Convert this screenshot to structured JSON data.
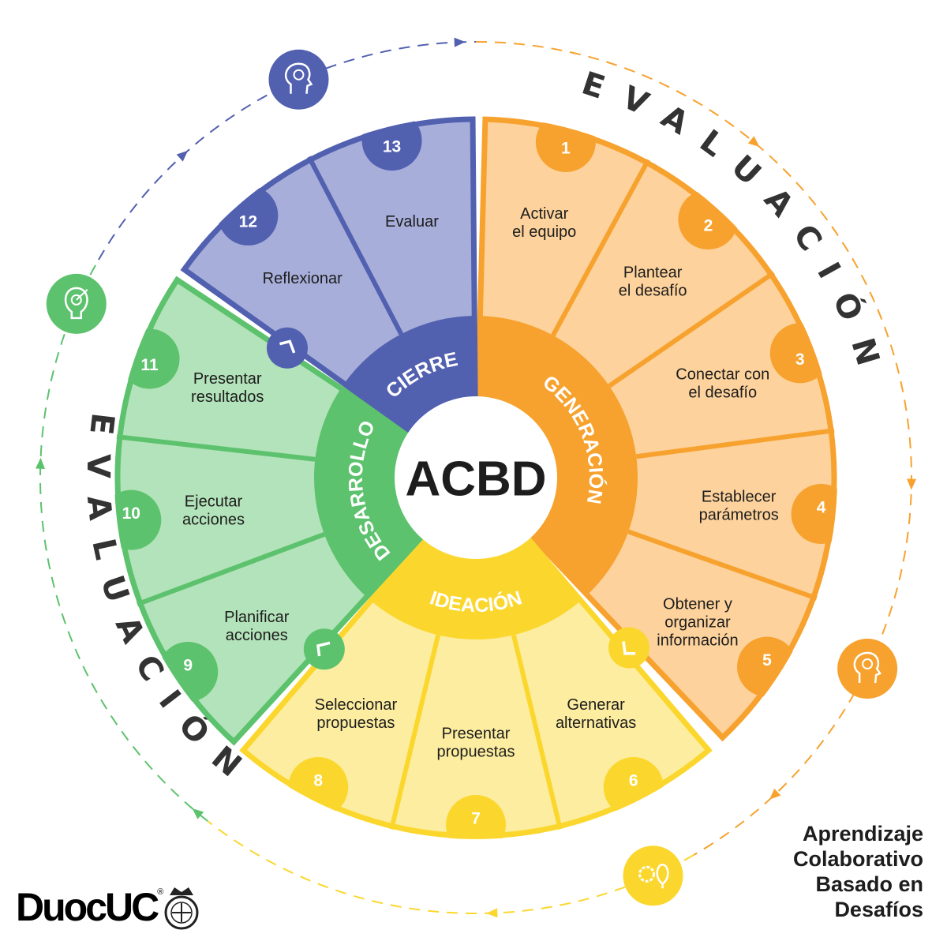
{
  "center_title": "ACBD",
  "evaluation_label": "EVALUACIÓN",
  "groups": [
    {
      "phase": "GENERACIÓN",
      "color": "#F7A22E",
      "light": "#FDD29C",
      "steps": [
        {
          "n": "1",
          "label": [
            "Activar",
            "el equipo"
          ]
        },
        {
          "n": "2",
          "label": [
            "Plantear",
            "el desafío"
          ]
        },
        {
          "n": "3",
          "label": [
            "Conectar con",
            "el desafío"
          ]
        },
        {
          "n": "4",
          "label": [
            "Establecer",
            "parámetros"
          ]
        },
        {
          "n": "5",
          "label": [
            "Obtener y",
            "organizar",
            "información"
          ]
        }
      ]
    },
    {
      "phase": "IDEACIÓN",
      "color": "#FBD72E",
      "light": "#FDEDA0",
      "steps": [
        {
          "n": "6",
          "label": [
            "Generar",
            "alternativas"
          ]
        },
        {
          "n": "7",
          "label": [
            "Presentar",
            "propuestas"
          ]
        },
        {
          "n": "8",
          "label": [
            "Seleccionar",
            "propuestas"
          ]
        }
      ]
    },
    {
      "phase": "DESARROLLO",
      "color": "#5DC26D",
      "light": "#B3E3BA",
      "steps": [
        {
          "n": "9",
          "label": [
            "Planificar",
            "acciones"
          ]
        },
        {
          "n": "10",
          "label": [
            "Ejecutar",
            "acciones"
          ]
        },
        {
          "n": "11",
          "label": [
            "Presentar",
            "resultados"
          ]
        }
      ]
    },
    {
      "phase": "CIERRE",
      "color": "#5260B0",
      "light": "#A7AEDA",
      "steps": [
        {
          "n": "12",
          "label": [
            "Reflexionar"
          ]
        },
        {
          "n": "13",
          "label": [
            "Evaluar"
          ]
        }
      ]
    }
  ],
  "cycle_icons": [
    {
      "name": "brain-refresh-icon",
      "color": "#5260B0"
    },
    {
      "name": "head-idea-icon",
      "color": "#F7A22E"
    },
    {
      "name": "gear-bulb-icon",
      "color": "#FBD72E"
    },
    {
      "name": "target-bulb-icon",
      "color": "#5DC26D"
    }
  ],
  "logo": {
    "text": "DuocUC",
    "mark": "®"
  },
  "title_lines": [
    "Aprendizaje",
    "Colaborativo",
    "Basado en",
    "Desafíos"
  ]
}
